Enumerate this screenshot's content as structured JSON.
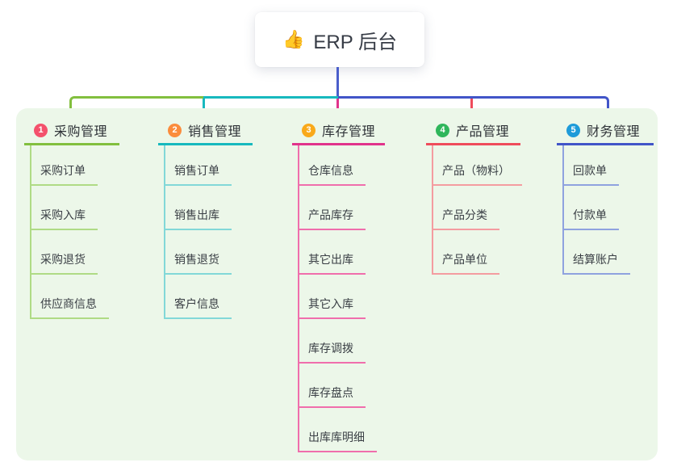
{
  "root": {
    "icon": "👍",
    "label": "ERP 后台",
    "connector_color": "#4a5ecb"
  },
  "panel_color": "#ecf7e9",
  "branches": [
    {
      "num": "1",
      "label": "采购管理",
      "badge_color": "#f4516c",
      "line_color": "#82bf3e",
      "sub_line_color": "#afdb85",
      "items": [
        "采购订单",
        "采购入库",
        "采购退货",
        "供应商信息"
      ]
    },
    {
      "num": "2",
      "label": "销售管理",
      "badge_color": "#fb8c3c",
      "line_color": "#17b9be",
      "sub_line_color": "#82d8d8",
      "items": [
        "销售订单",
        "销售出库",
        "销售退货",
        "客户信息"
      ]
    },
    {
      "num": "3",
      "label": "库存管理",
      "badge_color": "#f9a91a",
      "line_color": "#e1338b",
      "sub_line_color": "#f06eac",
      "items": [
        "仓库信息",
        "产品库存",
        "其它出库",
        "其它入库",
        "库存调拨",
        "库存盘点",
        "出库库明细"
      ]
    },
    {
      "num": "4",
      "label": "产品管理",
      "badge_color": "#2fb65b",
      "line_color": "#ef4c5b",
      "sub_line_color": "#f49ca0",
      "items": [
        "产品（物料）",
        "产品分类",
        "产品单位"
      ]
    },
    {
      "num": "5",
      "label": "财务管理",
      "badge_color": "#1e9bd9",
      "line_color": "#4155c8",
      "sub_line_color": "#8fa2df",
      "items": [
        "回款单",
        "付款单",
        "结算账户"
      ]
    }
  ]
}
